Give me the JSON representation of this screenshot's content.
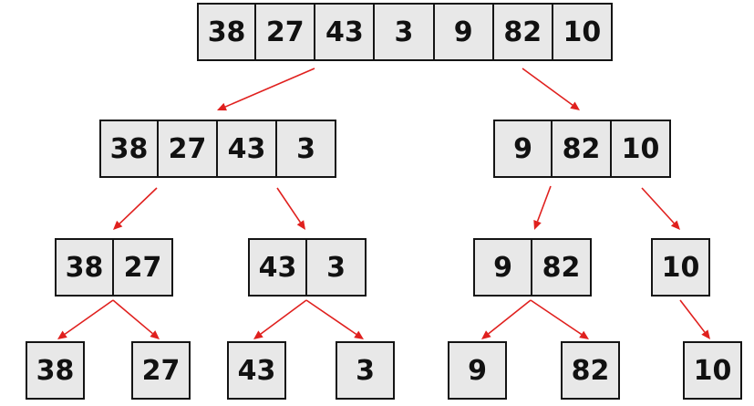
{
  "colors": {
    "cell_fill": "#e8e8e8",
    "border": "#141414",
    "arrow": "#e0201e"
  },
  "levels": [
    [
      [
        "38",
        "27",
        "43",
        "3",
        "9",
        "82",
        "10"
      ]
    ],
    [
      [
        "38",
        "27",
        "43",
        "3"
      ],
      [
        "9",
        "82",
        "10"
      ]
    ],
    [
      [
        "38",
        "27"
      ],
      [
        "43",
        "3"
      ],
      [
        "9",
        "82"
      ],
      [
        "10"
      ]
    ],
    [
      [
        "38"
      ],
      [
        "27"
      ],
      [
        "43"
      ],
      [
        "3"
      ],
      [
        "9"
      ],
      [
        "82"
      ],
      [
        "10"
      ]
    ]
  ]
}
